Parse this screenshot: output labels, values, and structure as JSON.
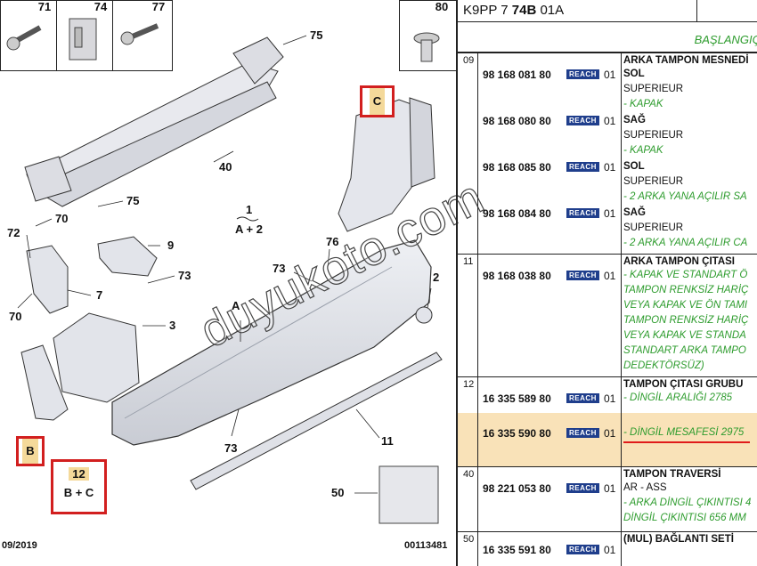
{
  "diagram": {
    "box_labels": [
      "71",
      "74",
      "77",
      "80"
    ],
    "part_labels": {
      "p75a": "75",
      "p40": "40",
      "p75b": "75",
      "p70a": "70",
      "p72": "72",
      "p70b": "70",
      "p7": "7",
      "p9": "9",
      "p73a": "73",
      "p3": "3",
      "p76": "76",
      "p73b": "73",
      "p2": "2",
      "pA": "A",
      "p73c": "73",
      "p11": "11",
      "p50": "50"
    },
    "group_1": {
      "num": "1",
      "sub": "A + 2"
    },
    "callout_c": "C",
    "callout_b": "B",
    "group_12": {
      "num": "12",
      "sub": "B + C"
    },
    "date": "09/2019",
    "doc_number": "00113481",
    "watermark": "duyukoto.com"
  },
  "parts": {
    "header_prefix": "K9PP 7 ",
    "header_bold": "74B",
    "header_suffix": " 01A",
    "subheader": "BAŞLANGIÇ",
    "reach_label": "REACH",
    "groups": [
      {
        "ref": "09",
        "items": [
          {
            "pn": "98 168 081 80",
            "qty": "01",
            "lines": [
              [
                "SOL",
                "b"
              ],
              [
                "SUPERIEUR",
                ""
              ],
              [
                "- KAPAK",
                "g"
              ]
            ]
          },
          {
            "pn": "98 168 080 80",
            "qty": "01",
            "lines": [
              [
                "SAĞ",
                "b"
              ],
              [
                "SUPERIEUR",
                ""
              ],
              [
                "- KAPAK",
                "g"
              ]
            ]
          },
          {
            "pn": "98 168 085 80",
            "qty": "01",
            "lines": [
              [
                "SOL",
                "b"
              ],
              [
                "SUPERIEUR",
                ""
              ],
              [
                "- 2 ARKA YANA AÇILIR SA",
                "g"
              ]
            ]
          },
          {
            "pn": "98 168 084 80",
            "qty": "01",
            "lines": [
              [
                "SAĞ",
                "b"
              ],
              [
                "SUPERIEUR",
                ""
              ],
              [
                "- 2 ARKA YANA AÇILIR CA",
                "g"
              ]
            ]
          }
        ],
        "title": "ARKA TAMPON MESNEDİ"
      },
      {
        "ref": "11",
        "title": "ARKA TAMPON ÇITASI",
        "items": [
          {
            "pn": "98 168 038 80",
            "qty": "01",
            "lines": [
              [
                "- KAPAK VE STANDART Ö",
                "g"
              ],
              [
                "TAMPON RENKSİZ HARİÇ",
                "g"
              ],
              [
                "VEYA KAPAK VE ÖN TAMI",
                "g"
              ],
              [
                "TAMPON RENKSİZ HARİÇ",
                "g"
              ],
              [
                "VEYA KAPAK VE STANDA",
                "g"
              ],
              [
                "STANDART ARKA TAMPO",
                "g"
              ],
              [
                "DEDEKTÖRSÜZ)",
                "g"
              ]
            ]
          }
        ]
      },
      {
        "ref": "12",
        "title": "TAMPON ÇITASI GRUBU",
        "items": [
          {
            "pn": "16 335 589 80",
            "qty": "01",
            "lines": [
              [
                "- DİNGİL ARALIĞI 2785",
                "g"
              ]
            ]
          }
        ]
      },
      {
        "ref": "",
        "title": "",
        "highlight": true,
        "items": [
          {
            "pn": "16 335 590 80",
            "qty": "01",
            "lines": [
              [
                "- DİNGİL MESAFESİ 2975",
                "g"
              ]
            ]
          }
        ]
      },
      {
        "ref": "40",
        "title": "TAMPON TRAVERSİ",
        "items": [
          {
            "pn": "98 221 053 80",
            "qty": "01",
            "lines": [
              [
                "AR - ASS",
                ""
              ],
              [
                "- ARKA DİNGİL ÇIKINTISI 4",
                "g"
              ],
              [
                "DİNGİL ÇIKINTISI 656 MM",
                "g"
              ]
            ]
          }
        ]
      },
      {
        "ref": "50",
        "title": "(MUL) BAĞLANTI SETİ",
        "items": [
          {
            "pn": "16 335 591 80",
            "qty": "01",
            "lines": []
          }
        ]
      }
    ]
  }
}
